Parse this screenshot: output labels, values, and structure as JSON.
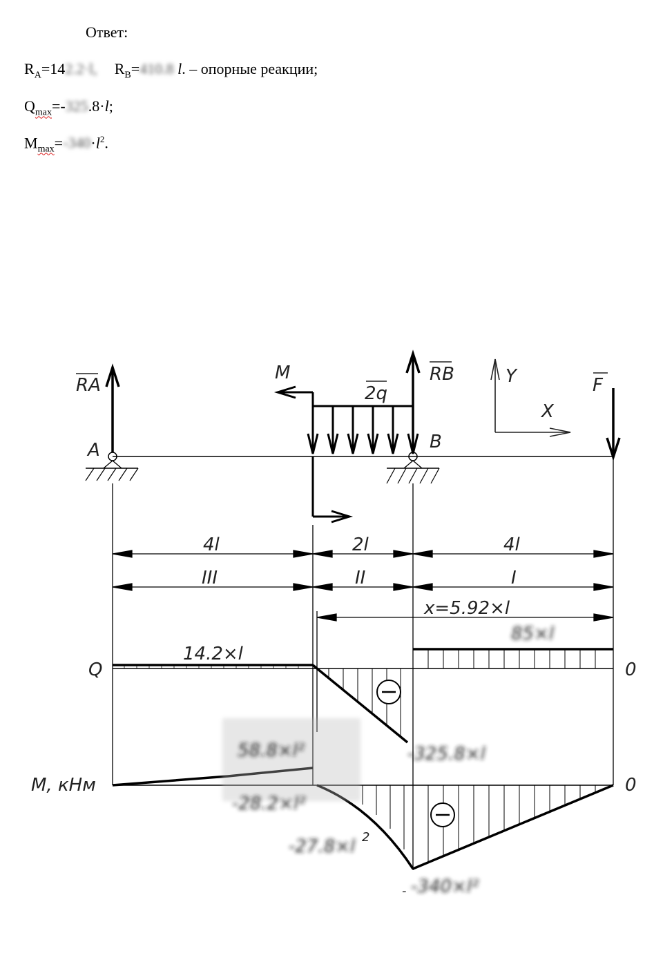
{
  "answer": {
    "heading": "Ответ:",
    "ra_label": "R",
    "ra_sub": "A",
    "ra_value_visible": "=14",
    "ra_value_blurred": "2.2·l,",
    "rb_label": "R",
    "rb_sub": "B",
    "rb_eq": "=",
    "rb_value_blurred": "410.8",
    "rb_unit": "l",
    "rb_suffix": ". – опорные реакции;",
    "q_label": "Q",
    "q_sub": "max",
    "q_prefix": "=-",
    "q_value_blurred": "325",
    "q_value_visible": ".8·",
    "q_unit": "l",
    "q_suffix": ";",
    "m_label": "M",
    "m_sub": "max",
    "m_prefix": "=",
    "m_value_blurred": "-340",
    "m_value_visible": "·",
    "m_unit": "l",
    "m_exp": "2",
    "m_suffix": "."
  },
  "diagram": {
    "labels": {
      "ra": "RA",
      "rb": "RB",
      "m": "M",
      "q": "2q",
      "f": "F",
      "y": "Y",
      "x": "X",
      "a": "A",
      "b": "B"
    },
    "dimensions": {
      "seg1_len": "4l",
      "seg2_len": "2l",
      "seg3_len": "4l",
      "seg1_section": "III",
      "seg2_section": "II",
      "seg3_section": "I",
      "x_distance": "x=5.92×l"
    },
    "q_diagram": {
      "axis_label": "Q",
      "end_value": "0",
      "left_value": "14.2×l",
      "right_value_blurred": "85×l",
      "min_value_blurred": "-325.8×l",
      "sign": "⊖"
    },
    "m_diagram": {
      "axis_label": "M, кНм",
      "end_value": "0",
      "value_1_blurred": "58.8×l²",
      "value_2_blurred": "-28.2×l²",
      "value_3_blurred": "-27.8×l",
      "value_3_exp": "2",
      "min_value_blurred": "-340×l²",
      "dash": "-",
      "sign": "⊖"
    }
  }
}
